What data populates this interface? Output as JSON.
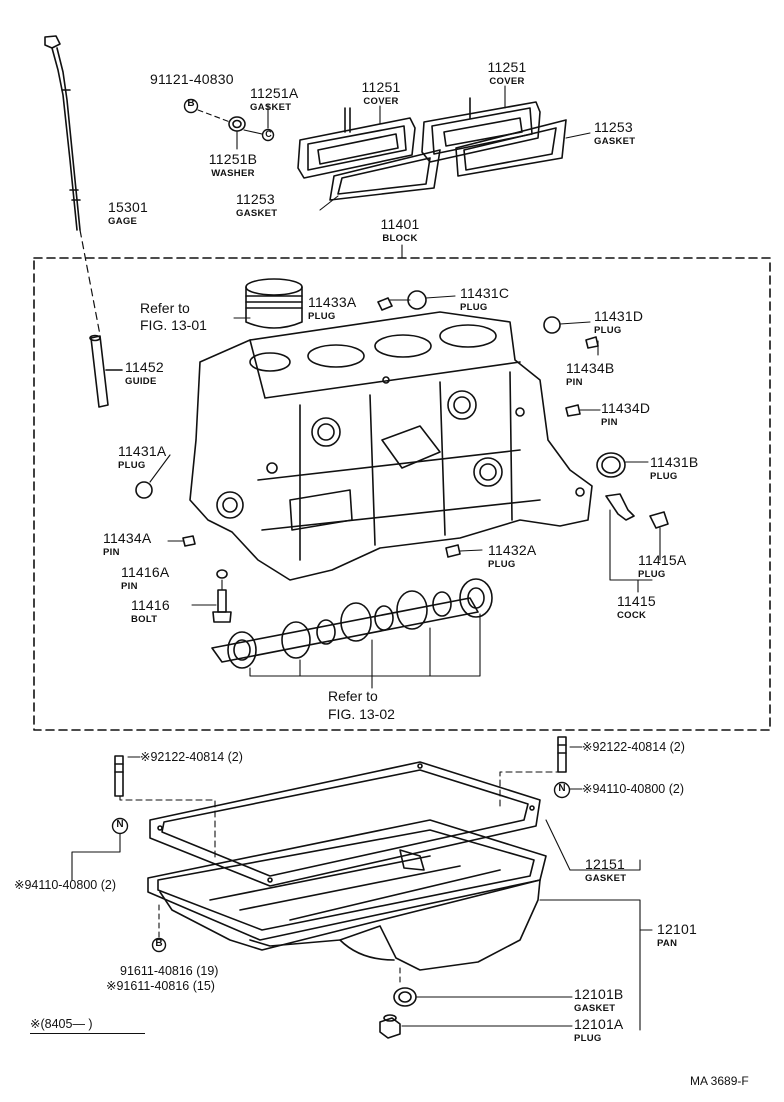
{
  "figure_code": "MA  3689-F",
  "date_note": "※(8405—       )",
  "parts": {
    "p91121": {
      "number": "91121-40830"
    },
    "p11251A": {
      "number": "11251A",
      "name": "GASKET"
    },
    "p11251_l": {
      "number": "11251",
      "name": "COVER"
    },
    "p11251_r": {
      "number": "11251",
      "name": "COVER"
    },
    "p11251B": {
      "number": "11251B",
      "name": "WASHER"
    },
    "p11253_r": {
      "number": "11253",
      "name": "GASKET"
    },
    "p11253_l": {
      "number": "11253",
      "name": "GASKET"
    },
    "p15301": {
      "number": "15301",
      "name": "GAGE"
    },
    "p11401": {
      "number": "11401",
      "name": "BLOCK"
    },
    "refer1301": {
      "line1": "Refer to",
      "line2": "FIG. 13-01"
    },
    "p11433A": {
      "number": "11433A",
      "name": "PLUG"
    },
    "p11431C": {
      "number": "11431C",
      "name": "PLUG"
    },
    "p11431D": {
      "number": "11431D",
      "name": "PLUG"
    },
    "p11452": {
      "number": "11452",
      "name": "GUIDE"
    },
    "p11434B": {
      "number": "11434B",
      "name": "PIN"
    },
    "p11434D": {
      "number": "11434D",
      "name": "PIN"
    },
    "p11431A": {
      "number": "11431A",
      "name": "PLUG"
    },
    "p11431B": {
      "number": "11431B",
      "name": "PLUG"
    },
    "p11434A": {
      "number": "11434A",
      "name": "PIN"
    },
    "p11432A": {
      "number": "11432A",
      "name": "PLUG"
    },
    "p11415A": {
      "number": "11415A",
      "name": "PLUG"
    },
    "p11416A": {
      "number": "11416A",
      "name": "PIN"
    },
    "p11415": {
      "number": "11415",
      "name": "COCK"
    },
    "p11416": {
      "number": "11416",
      "name": "BOLT"
    },
    "refer1302": {
      "line1": "Refer to",
      "line2": "FIG. 13-02"
    },
    "s92122_l": {
      "number": "※92122-40814 (2)"
    },
    "s92122_r": {
      "number": "※92122-40814 (2)"
    },
    "s94110_r": {
      "number": "※94110-40800 (2)"
    },
    "s94110_l": {
      "number": "※94110-40800 (2)"
    },
    "p12151": {
      "number": "12151",
      "name": "GASKET"
    },
    "p12101": {
      "number": "12101",
      "name": "PAN"
    },
    "b91611_1": {
      "number": "91611-40816 (19)"
    },
    "b91611_2": {
      "number": "※91611-40816 (15)"
    },
    "p12101B": {
      "number": "12101B",
      "name": "GASKET"
    },
    "p12101A": {
      "number": "12101A",
      "name": "PLUG"
    }
  },
  "symbols": {
    "bolt": "B",
    "washer": "C",
    "nut": "N"
  }
}
